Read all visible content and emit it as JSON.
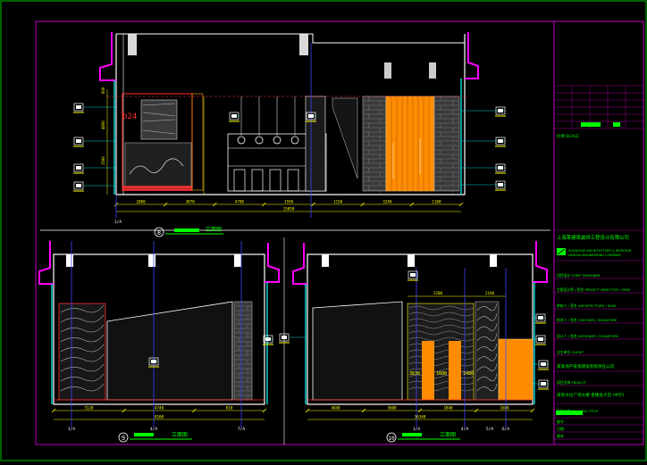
{
  "app": {
    "title": "CAD interior elevation sheet"
  },
  "colors": {
    "background": "#000000",
    "frame": "#00c000",
    "wall": "#ffffff",
    "section": "#ff00ff",
    "dim": "#ffff00",
    "guide": "#4040ff",
    "glass": "#00ffff",
    "panel": "#ff8c00",
    "red": "#ff2020"
  },
  "icons": {
    "tag": "elevation-tag-icon",
    "logo": "company-logo-icon"
  },
  "elevations": [
    {
      "number": "8",
      "label": "立面图",
      "dims_top": [
        "600",
        "4800",
        "1500"
      ],
      "dims_bottom": [
        "1800",
        "3870",
        "4790",
        "1550",
        "1150",
        "3240",
        "1100"
      ],
      "total": "15850",
      "axes": [
        "1/A",
        "",
        ""
      ],
      "callout": "b24"
    },
    {
      "number": "9",
      "label": "立面图",
      "dims_bottom": [
        "3120",
        "4740",
        "810"
      ],
      "total": "8160",
      "axes": [
        "1/A",
        "4/A",
        "7/A"
      ]
    },
    {
      "number": "10",
      "label": "立面图",
      "dims_top": [
        "2200",
        "2140"
      ],
      "dims_bottom": [
        "4840",
        "3600",
        "1840",
        "1600"
      ],
      "total": "16340",
      "axes": [
        "1/A",
        "4/A",
        "5/A",
        "6/A"
      ],
      "notes": [
        "3630",
        "1600",
        "1480"
      ]
    }
  ],
  "title_block": {
    "company": "上海某建筑装饰工程设计有限公司",
    "company_en_1": "SHANGHAI ARCHITECTURE & INTERIOR",
    "company_en_2": "DESIGN ENGINEERING COMPANY",
    "rows": [
      "项目设计 CHIEF DESIGNER",
      "主管设计师 / 签名 PROJECT DIRECTOR / SIGN",
      "审核人 / 签名 ARCHITECTURE / SIGN",
      "校对人 / 签名 CHECKER / SIGNATURE",
      "设计人 / 签名 DESIGNER / SIGNATURE",
      "业主单位 CLIENT",
      "某某地产投资建设有限责任公司",
      "项目名称 PROJECT",
      "某某文化广场大楼 售楼处大堂 (中厅)",
      "图纸名称 DRAWING TITLE"
    ],
    "scale_note": "比例 SCALE",
    "bottom": [
      "图号",
      "日期",
      "版本"
    ]
  }
}
